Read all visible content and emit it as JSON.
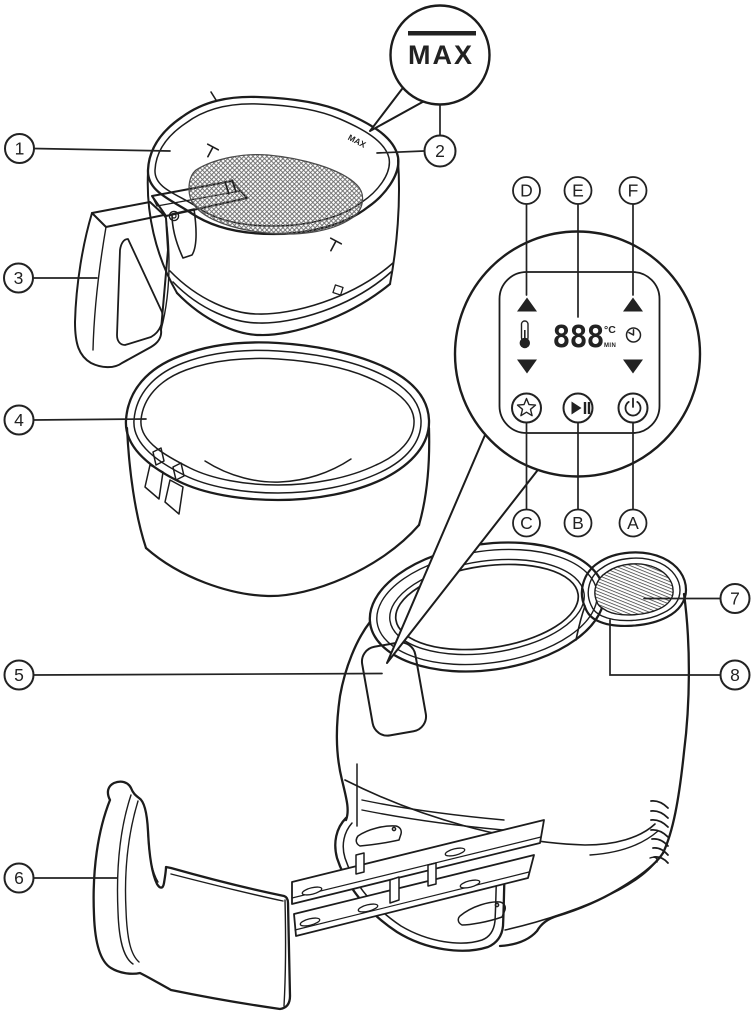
{
  "diagram": {
    "max_callout": {
      "text": "MAX"
    },
    "basket": {
      "max_marking": "MAX"
    },
    "control_panel_detail": {
      "display_value": "888",
      "unit_celsius": "°C",
      "unit_minutes": "MIN",
      "icons": {
        "temperature_up": "triangle-up-icon",
        "temperature": "thermometer-icon",
        "temperature_down": "triangle-down-icon",
        "timer_up": "triangle-up-icon",
        "timer": "clock-icon",
        "timer_down": "triangle-down-icon",
        "preset": "star-icon",
        "play_pause": "play-pause-icon",
        "power": "power-icon"
      }
    },
    "part_labels": [
      {
        "text": "1"
      },
      {
        "text": "2"
      },
      {
        "text": "3"
      },
      {
        "text": "4"
      },
      {
        "text": "5"
      },
      {
        "text": "6"
      },
      {
        "text": "7"
      },
      {
        "text": "8"
      }
    ],
    "button_labels": [
      {
        "text": "D"
      },
      {
        "text": "E"
      },
      {
        "text": "F"
      },
      {
        "text": "C"
      },
      {
        "text": "B"
      },
      {
        "text": "A"
      }
    ]
  }
}
